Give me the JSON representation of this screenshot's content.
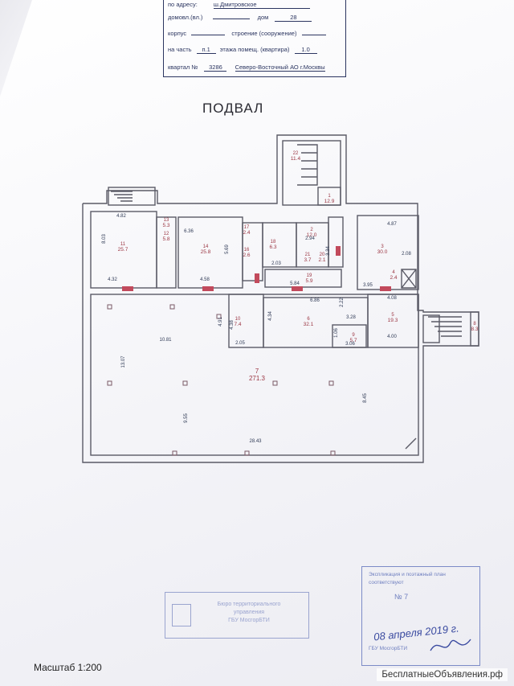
{
  "header": {
    "row1_label": "по адресу:",
    "row1_value": "ш.Дмитровское",
    "row2_label": "домовл.(вл.)",
    "row2_value": "",
    "row2_dom_label": "дом",
    "row2_dom_value": "28",
    "row3_label": "корпус",
    "row3_stroenie": "строение (сооружение)",
    "row4_label": "на часть",
    "row4_value": "п.1",
    "row4_floor": "этажа помещ. (квартира)",
    "row4_floor_value": "1.0",
    "row5_label": "квартал №",
    "row5_value": "3286",
    "row5_district": "Северо-Восточный АО г.Москвы"
  },
  "title": "ПОДВАЛ",
  "plan": {
    "rooms": [
      {
        "num": "22",
        "area": "11.4"
      },
      {
        "num": "1",
        "area": "12.9"
      },
      {
        "num": "11",
        "area": "25.7"
      },
      {
        "num": "13",
        "area": "5.3"
      },
      {
        "num": "12",
        "area": "5.8"
      },
      {
        "num": "14",
        "area": "25.8"
      },
      {
        "num": "17",
        "area": "2.4"
      },
      {
        "num": "16",
        "area": "2.6"
      },
      {
        "num": "18",
        "area": "6.3"
      },
      {
        "num": "2",
        "area": "12.0"
      },
      {
        "num": "21",
        "area": "3.7"
      },
      {
        "num": "20",
        "area": "2.1"
      },
      {
        "num": "19",
        "area": "5.9"
      },
      {
        "num": "3",
        "area": "30.0"
      },
      {
        "num": "4",
        "area": "2.4"
      },
      {
        "num": "6",
        "area": "32.1"
      },
      {
        "num": "10",
        "area": "7.4"
      },
      {
        "num": "9",
        "area": "5.7"
      },
      {
        "num": "5",
        "area": "19.3"
      },
      {
        "num": "7",
        "area": "271.3"
      },
      {
        "num": "8",
        "area": "8.3"
      }
    ],
    "dims": [
      "4.82",
      "8.03",
      "4.32",
      "6.36",
      "5.69",
      "4.58",
      "2.94",
      "3.34",
      "2.03",
      "5.84",
      "4.87",
      "2.08",
      "3.95",
      "4.91",
      "4.38",
      "2.05",
      "4.34",
      "6.86",
      "2.22",
      "3.28",
      "1.06",
      "3.06",
      "4.00",
      "4.08",
      "10.81",
      "13.07",
      "9.55",
      "28.43",
      "8.45"
    ]
  },
  "scale": "Масштаб 1:200",
  "stamp_left": {
    "line1": "Бюро территориального",
    "line2": "управления",
    "line3": "ГБУ МосгорБТИ"
  },
  "stamp_right": {
    "line1": "Экспликация и поэтажный план",
    "line2": "соответствуют",
    "line3": "№ 7",
    "date": "08 апреля 2019 г.",
    "line4": "ГБУ МосгорБТИ"
  },
  "watermark": "БесплатныеОбъявления.рф"
}
